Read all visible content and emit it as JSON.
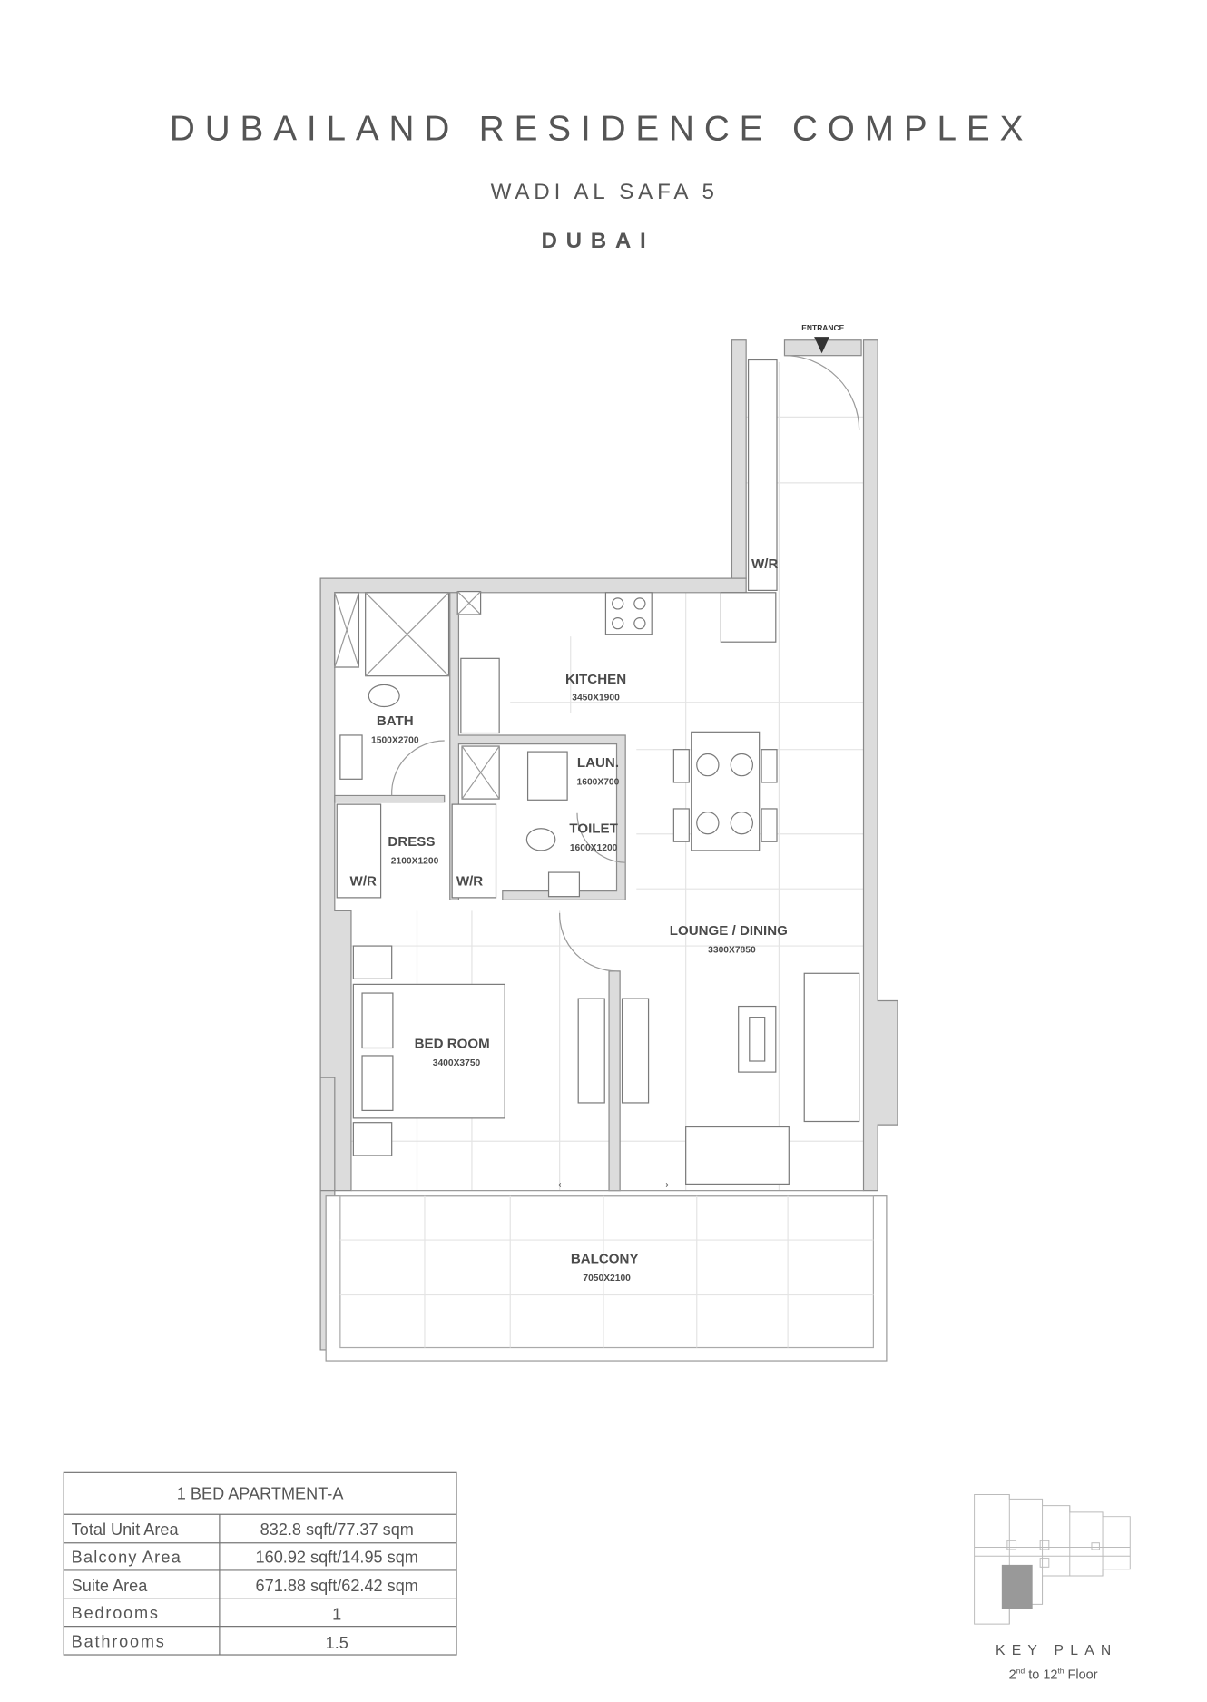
{
  "header": {
    "title": "DUBAILAND RESIDENCE COMPLEX",
    "subtitle": "WADI AL SAFA 5",
    "city": "DUBAI"
  },
  "plan": {
    "entrance": "ENTRANCE",
    "rooms": [
      {
        "name": "KITCHEN",
        "size": "3450X1900"
      },
      {
        "name": "BATH",
        "size": "1500X2700"
      },
      {
        "name": "LAUN.",
        "size": "1600X700"
      },
      {
        "name": "TOILET",
        "size": "1600X1200"
      },
      {
        "name": "DRESS",
        "size": "2100X1200"
      },
      {
        "name": "LOUNGE / DINING",
        "size": "3300X7850"
      },
      {
        "name": "BED ROOM",
        "size": "3400X3750"
      },
      {
        "name": "BALCONY",
        "size": "7050X2100"
      }
    ],
    "wardrobe_label": "W/R"
  },
  "table": {
    "title": "1 BED APARTMENT-A",
    "rows": [
      {
        "label": "Total Unit Area",
        "value": "832.8 sqft/77.37 sqm"
      },
      {
        "label": "Balcony Area",
        "value": "160.92 sqft/14.95 sqm"
      },
      {
        "label": "Suite Area",
        "value": "671.88 sqft/62.42 sqm"
      },
      {
        "label": "Bedrooms",
        "value": "1"
      },
      {
        "label": "Bathrooms",
        "value": "1.5"
      }
    ]
  },
  "key_plan": {
    "title": "KEY PLAN",
    "floor_from": "2",
    "floor_from_sup": "nd",
    "floor_mid": " to 12",
    "floor_to_sup": "th",
    "floor_end": " Floor"
  }
}
